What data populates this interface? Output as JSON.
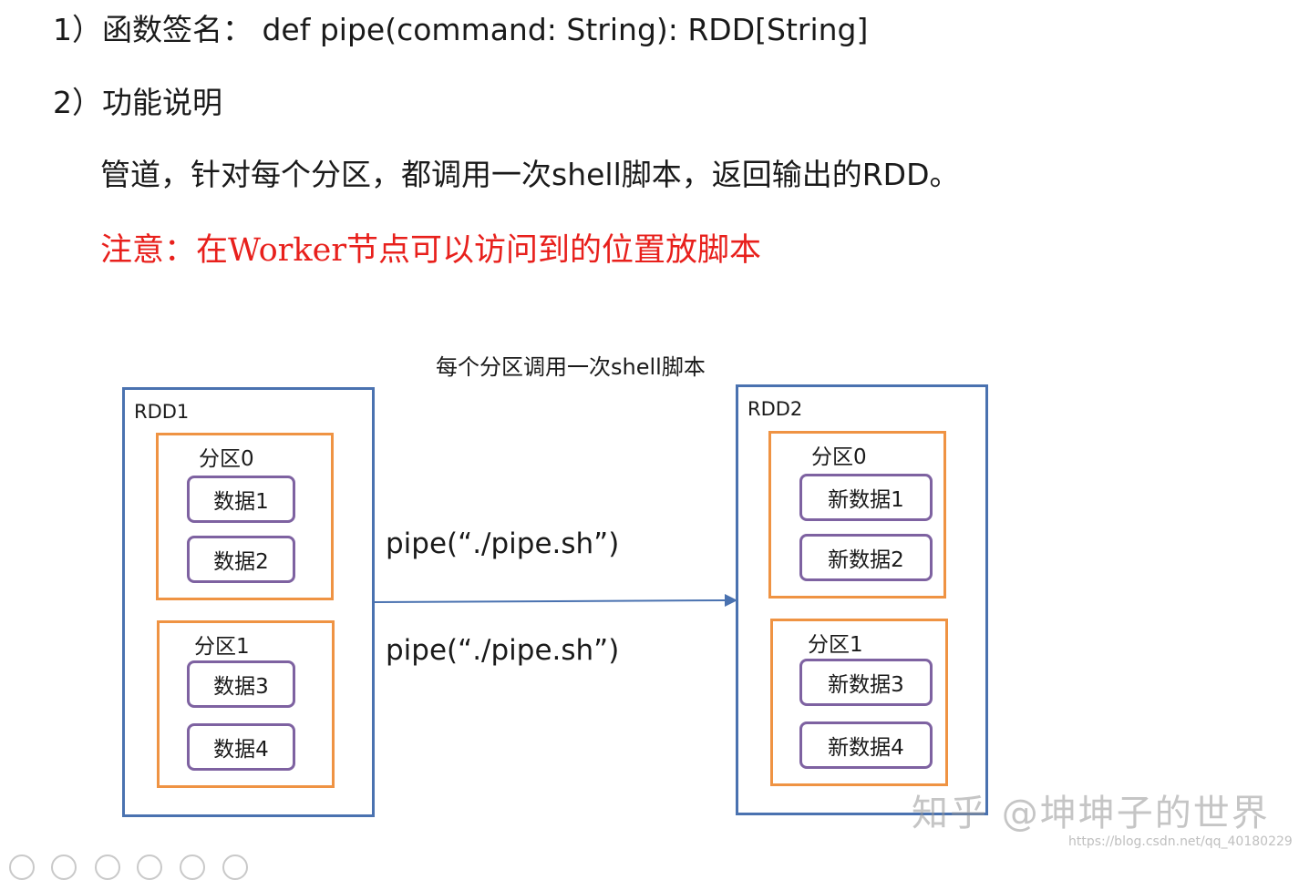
{
  "heading": {
    "signature": "1）函数签名：  def pipe(command: String): RDD[String]",
    "function_title": "2）功能说明",
    "description": "管道，针对每个分区，都调用一次shell脚本，返回输出的RDD。",
    "note": "注意：在Worker节点可以访问到的位置放脚本"
  },
  "diagram": {
    "caption": "每个分区调用一次shell脚本",
    "rdd1": {
      "label": "RDD1",
      "partitions": [
        {
          "label": "分区0",
          "items": [
            "数据1",
            "数据2"
          ]
        },
        {
          "label": "分区1",
          "items": [
            "数据3",
            "数据4"
          ]
        }
      ]
    },
    "rdd2": {
      "label": "RDD2",
      "partitions": [
        {
          "label": "分区0",
          "items": [
            "新数据1",
            "新数据2"
          ]
        },
        {
          "label": "分区1",
          "items": [
            "新数据3",
            "新数据4"
          ]
        }
      ]
    },
    "pipe_calls": [
      "pipe(“./pipe.sh”)",
      "pipe(“./pipe.sh”)"
    ]
  },
  "watermark": "知乎 @坤坤子的世界",
  "url": "https://blog.csdn.net/qq_40180229",
  "colors": {
    "note": "#e8201c",
    "rdd_border": "#4a72b0",
    "partition_border": "#ef9343",
    "data_border": "#7e62a1",
    "arrow": "#4a72b0"
  }
}
